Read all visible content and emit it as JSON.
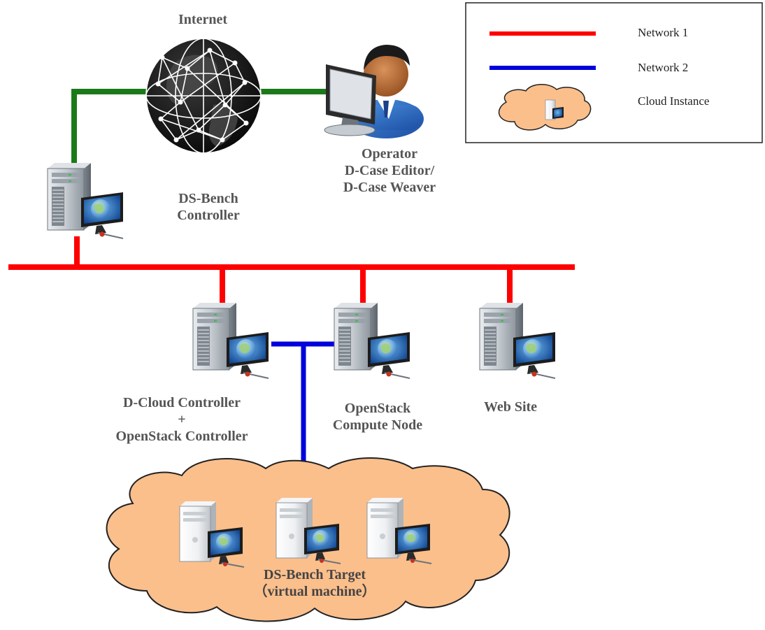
{
  "colors": {
    "network1": "#ff0000",
    "network2": "#0000dd",
    "internet_link": "#1a7a1a",
    "cloud_fill": "#fbbf8c",
    "cloud_stroke": "#222222",
    "label_text": "#555555"
  },
  "nodes": {
    "internet": {
      "label": "Internet",
      "icon": "globe-icon"
    },
    "operator": {
      "lines": [
        "Operator",
        "D-Case Editor/",
        "D-Case Weaver"
      ],
      "icon": "operator-workstation-icon"
    },
    "ds_bench_controller": {
      "lines": [
        "DS-Bench",
        "Controller"
      ],
      "icon": "server-icon"
    },
    "dcloud_controller": {
      "lines": [
        "D-Cloud Controller",
        "+",
        "OpenStack Controller"
      ],
      "icon": "server-icon"
    },
    "compute_node": {
      "lines": [
        "OpenStack",
        "Compute Node"
      ],
      "icon": "server-icon"
    },
    "web_site": {
      "label": "Web Site",
      "icon": "server-icon"
    },
    "ds_bench_target": {
      "lines": [
        "DS-Bench Target",
        "（virtual machine）"
      ],
      "icon": "virtual-server-icon"
    }
  },
  "legend": {
    "items": [
      {
        "label": "Network 1",
        "swatch": "red-line"
      },
      {
        "label": "Network 2",
        "swatch": "blue-line"
      },
      {
        "label": "Cloud Instance",
        "swatch": "cloud-icon"
      }
    ]
  }
}
